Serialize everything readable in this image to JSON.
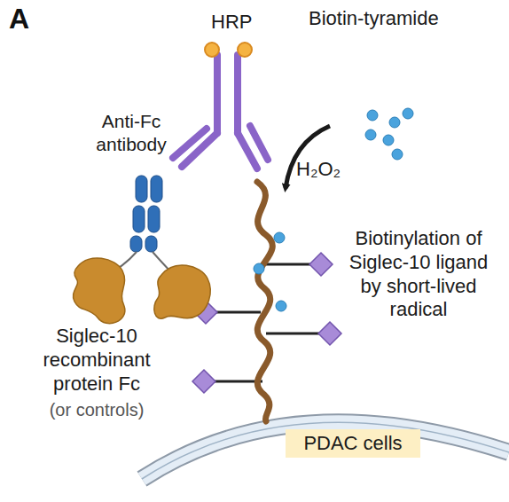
{
  "diagram": {
    "nodes": [
      {
        "text": [
          "PDAC cells"
        ]
      }
    ],
    "labels": [
      "A",
      "HRP",
      "Anti-Fc antibody",
      "Biotin-tyramide",
      "H₂O₂",
      "Biotinylation of Siglec-10 ligand by short-lived radical",
      "Siglec-10 recombinant protein Fc",
      "(or controls)"
    ]
  }
}
